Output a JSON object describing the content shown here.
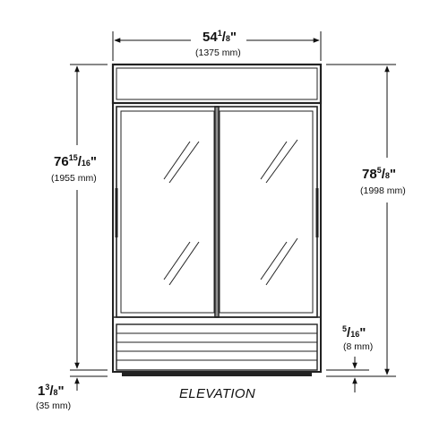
{
  "caption": "ELEVATION",
  "dimensions": {
    "width": {
      "whole": "54",
      "num": "1",
      "den": "8",
      "inch": "\"",
      "metric": "(1375 mm)"
    },
    "body_height": {
      "whole": "76",
      "num": "15",
      "den": "16",
      "inch": "\"",
      "metric": "(1955 mm)"
    },
    "overall_height": {
      "whole": "78",
      "num": "5",
      "den": "8",
      "inch": "\"",
      "metric": "(1998 mm)"
    },
    "leg_height": {
      "whole": "1",
      "num": "3",
      "den": "8",
      "inch": "\"",
      "metric": "(35 mm)"
    },
    "gap": {
      "whole": "",
      "num": "5",
      "den": "16",
      "inch": "\"",
      "metric": "(8 mm)"
    }
  }
}
